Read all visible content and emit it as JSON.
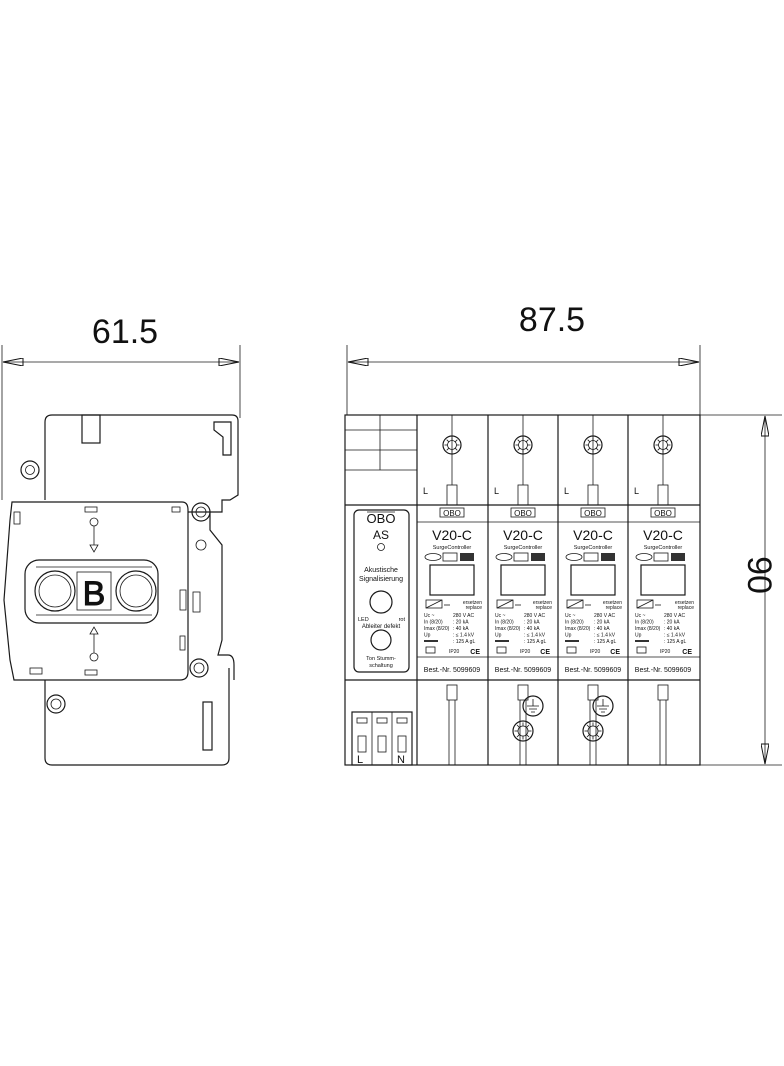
{
  "dimensions": {
    "width": "61.5",
    "length": "87.5",
    "height": "90"
  },
  "side_view": {
    "logo": "OBO"
  },
  "front_view": {
    "signal_module": {
      "brand": "OBO",
      "type": "AS",
      "title_line1": "Akustische",
      "title_line2": "Signalisierung",
      "led_label": "LED",
      "led_color": "rot",
      "defect_label": "Ableiter defekt",
      "mute_line1": "Ton Stumm-",
      "mute_line2": "schaltung",
      "terminals": [
        "L",
        "",
        "N"
      ]
    },
    "modules": [
      {
        "line": "L",
        "brand": "OBO",
        "model": "V20-C",
        "subtitle": "SurgeController",
        "replace_line1": "ersetzen",
        "replace_line2": "replace",
        "specs": [
          [
            "Uc ~",
            "280 V AC"
          ],
          [
            "In (8/20)",
            ": 20 kA"
          ],
          [
            "Imax (8/20)",
            ": 40 kA"
          ],
          [
            "Up",
            ": ≤ 1.4 kV"
          ],
          [
            "",
            ": 125 A gL"
          ]
        ],
        "ip": "IP20",
        "order_no": "Best.-Nr. 5099609",
        "ground": false
      },
      {
        "line": "L",
        "brand": "OBO",
        "model": "V20-C",
        "subtitle": "SurgeController",
        "replace_line1": "ersetzen",
        "replace_line2": "replace",
        "specs": [
          [
            "Uc ~",
            "280 V AC"
          ],
          [
            "In (8/20)",
            ": 20 kA"
          ],
          [
            "Imax (8/20)",
            ": 40 kA"
          ],
          [
            "Up",
            ": ≤ 1.4 kV"
          ],
          [
            "",
            ": 125 A gL"
          ]
        ],
        "ip": "IP20",
        "order_no": "Best.-Nr. 5099609",
        "ground": true
      },
      {
        "line": "L",
        "brand": "OBO",
        "model": "V20-C",
        "subtitle": "SurgeController",
        "replace_line1": "ersetzen",
        "replace_line2": "replace",
        "specs": [
          [
            "Uc ~",
            "280 V AC"
          ],
          [
            "In (8/20)",
            ": 20 kA"
          ],
          [
            "Imax (8/20)",
            ": 40 kA"
          ],
          [
            "Up",
            ": ≤ 1.4 kV"
          ],
          [
            "",
            ": 125 A gL"
          ]
        ],
        "ip": "IP20",
        "order_no": "Best.-Nr. 5099609",
        "ground": true
      },
      {
        "line": "L",
        "brand": "OBO",
        "model": "V20-C",
        "subtitle": "SurgeController",
        "replace_line1": "ersetzen",
        "replace_line2": "replace",
        "specs": [
          [
            "Uc ~",
            "280 V AC"
          ],
          [
            "In (8/20)",
            ": 20 kA"
          ],
          [
            "Imax (8/20)",
            ": 40 kA"
          ],
          [
            "Up",
            ": ≤ 1.4 kV"
          ],
          [
            "",
            ": 125 A gL"
          ]
        ],
        "ip": "IP20",
        "order_no": "Best.-Nr. 5099609",
        "ground": false
      }
    ]
  }
}
